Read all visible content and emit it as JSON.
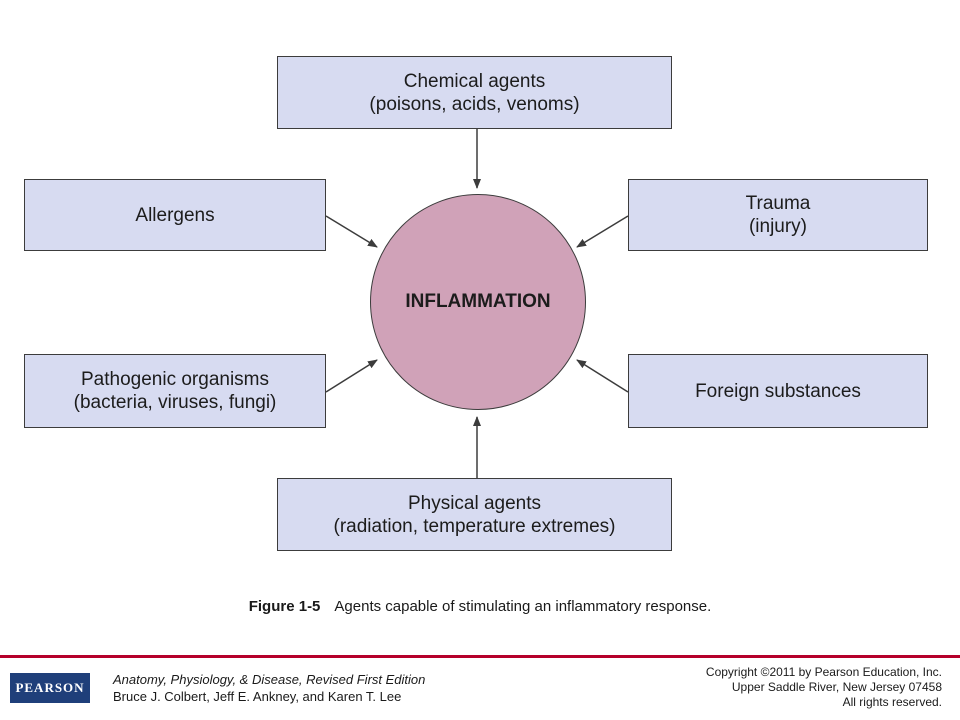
{
  "diagram": {
    "center": "INFLAMMATION",
    "nodes": {
      "chemical": [
        "Chemical agents",
        "(poisons, acids, venoms)"
      ],
      "allergens": [
        "Allergens"
      ],
      "trauma": [
        "Trauma",
        "(injury)"
      ],
      "pathogenic": [
        "Pathogenic organisms",
        "(bacteria, viruses, fungi)"
      ],
      "foreign": [
        "Foreign substances"
      ],
      "physical": [
        "Physical agents",
        "(radiation, temperature extremes)"
      ]
    }
  },
  "caption": {
    "number": "Figure 1-5",
    "text": "Agents capable of stimulating an inflammatory response."
  },
  "footer": {
    "logo": "PEARSON",
    "book_title": "Anatomy, Physiology, & Disease, Revised First Edition",
    "authors": "Bruce J. Colbert, Jeff E. Ankney, and Karen T. Lee",
    "copyright": [
      "Copyright ©2011 by Pearson Education, Inc.",
      "Upper Saddle River, New Jersey 07458",
      "All rights reserved."
    ]
  },
  "colors": {
    "box_fill": "#d7dbf1",
    "hub_fill": "#d0a2b8",
    "border": "#3c3c3c",
    "footer_rule": "#b5002a",
    "logo_bg": "#1f3f7a"
  }
}
